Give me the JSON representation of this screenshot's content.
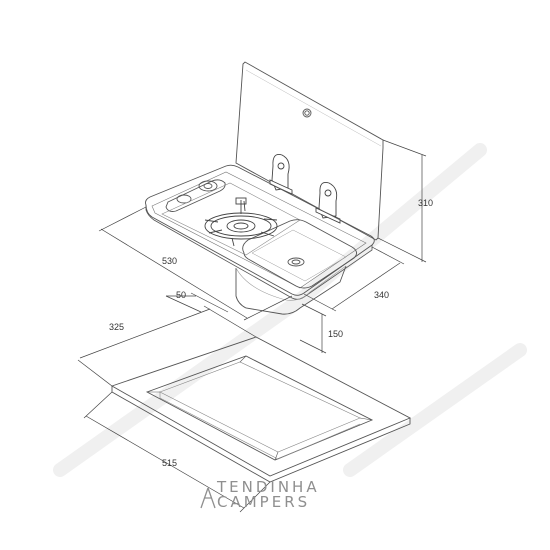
{
  "dimensions": {
    "lid_height": "310",
    "sink_width": "530",
    "sink_depth": "340",
    "bowl_depth": "150",
    "rim_width": "50",
    "cutout_depth": "325",
    "cutout_width": "515"
  },
  "brand": {
    "line1": "TENDINHA",
    "line2": "CAMPERS"
  },
  "colors": {
    "stroke": "#555555",
    "light_stroke": "#999999",
    "watermark": "#f1f1f1"
  }
}
